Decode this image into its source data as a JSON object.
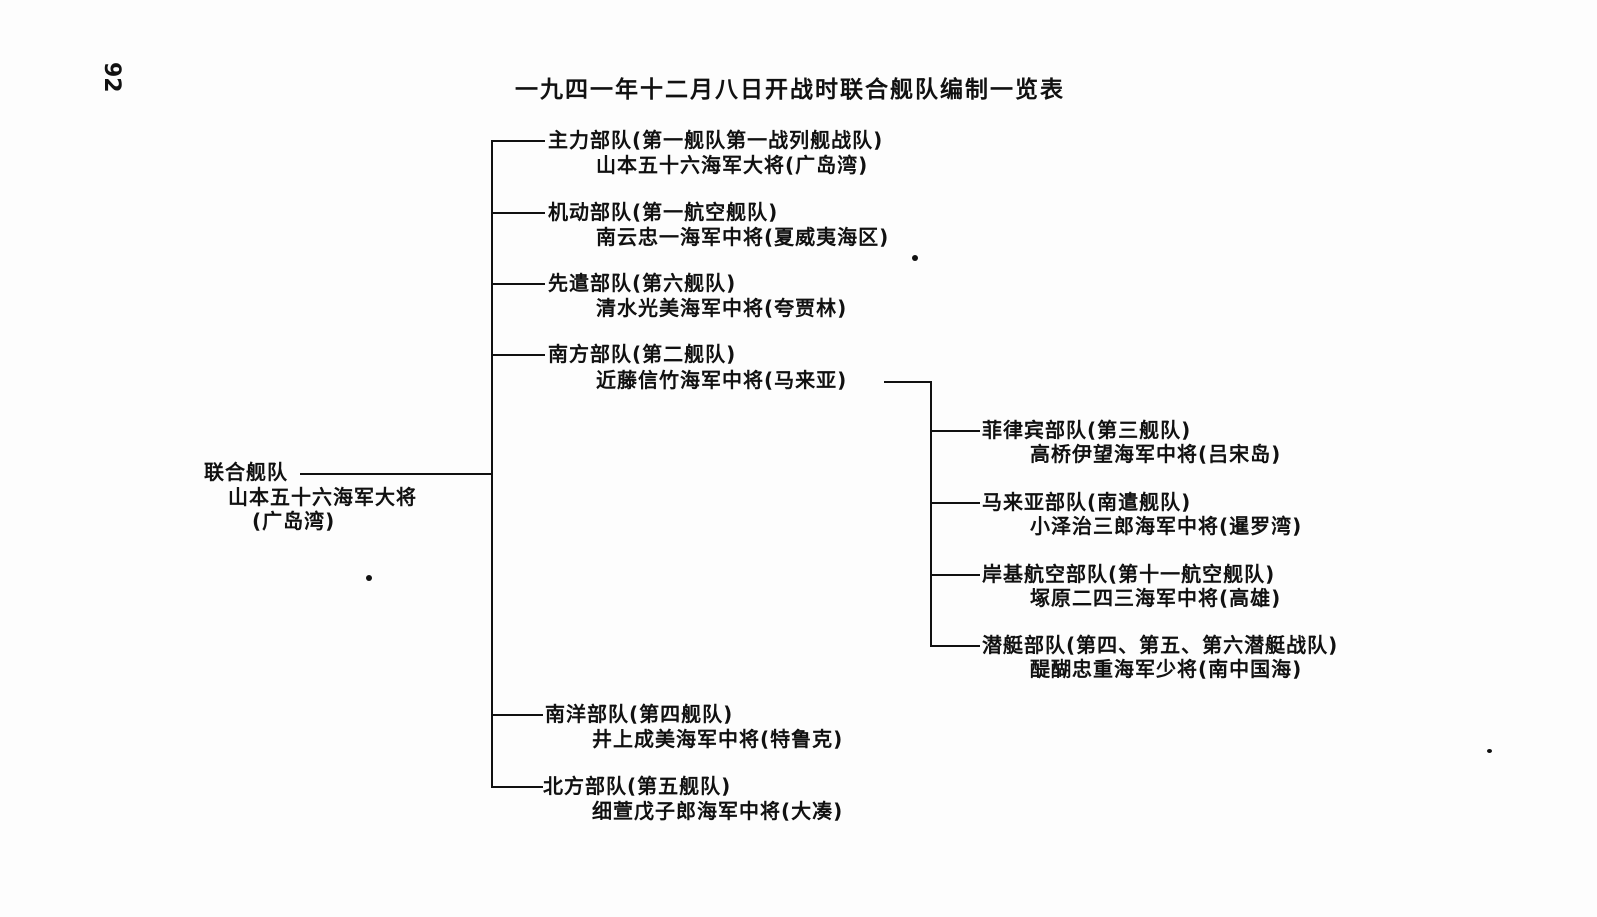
{
  "page_number": "92",
  "title": "一九四一年十二月八日开战时联合舰队编制一览表",
  "root": {
    "unit": "联合舰队",
    "commander": "山本五十六海军大将",
    "location": "(广岛湾)"
  },
  "branches": [
    {
      "unit": "主力部队(第一舰队第一战列舰战队)",
      "commander": "山本五十六海军大将(广岛湾)"
    },
    {
      "unit": "机动部队(第一航空舰队)",
      "commander": "南云忠一海军中将(夏威夷海区)"
    },
    {
      "unit": "先遣部队(第六舰队)",
      "commander": "清水光美海军中将(夸贾林)"
    },
    {
      "unit": "南方部队(第二舰队)",
      "commander": "近藤信竹海军中将(马来亚)"
    },
    {
      "unit": "南洋部队(第四舰队)",
      "commander": "井上成美海军中将(特鲁克)"
    },
    {
      "unit": "北方部队(第五舰队)",
      "commander": "细萱戊子郎海军中将(大凑)"
    }
  ],
  "southern_subunits": [
    {
      "unit": "菲律宾部队(第三舰队)",
      "commander": "高桥伊望海军中将(吕宋岛)"
    },
    {
      "unit": "马来亚部队(南遣舰队)",
      "commander": "小泽治三郎海军中将(暹罗湾)"
    },
    {
      "unit": "岸基航空部队(第十一航空舰队)",
      "commander": "塚原二四三海军中将(高雄)"
    },
    {
      "unit": "潜艇部队(第四、第五、第六潜艇战队)",
      "commander": "醍醐忠重海军少将(南中国海)"
    }
  ]
}
